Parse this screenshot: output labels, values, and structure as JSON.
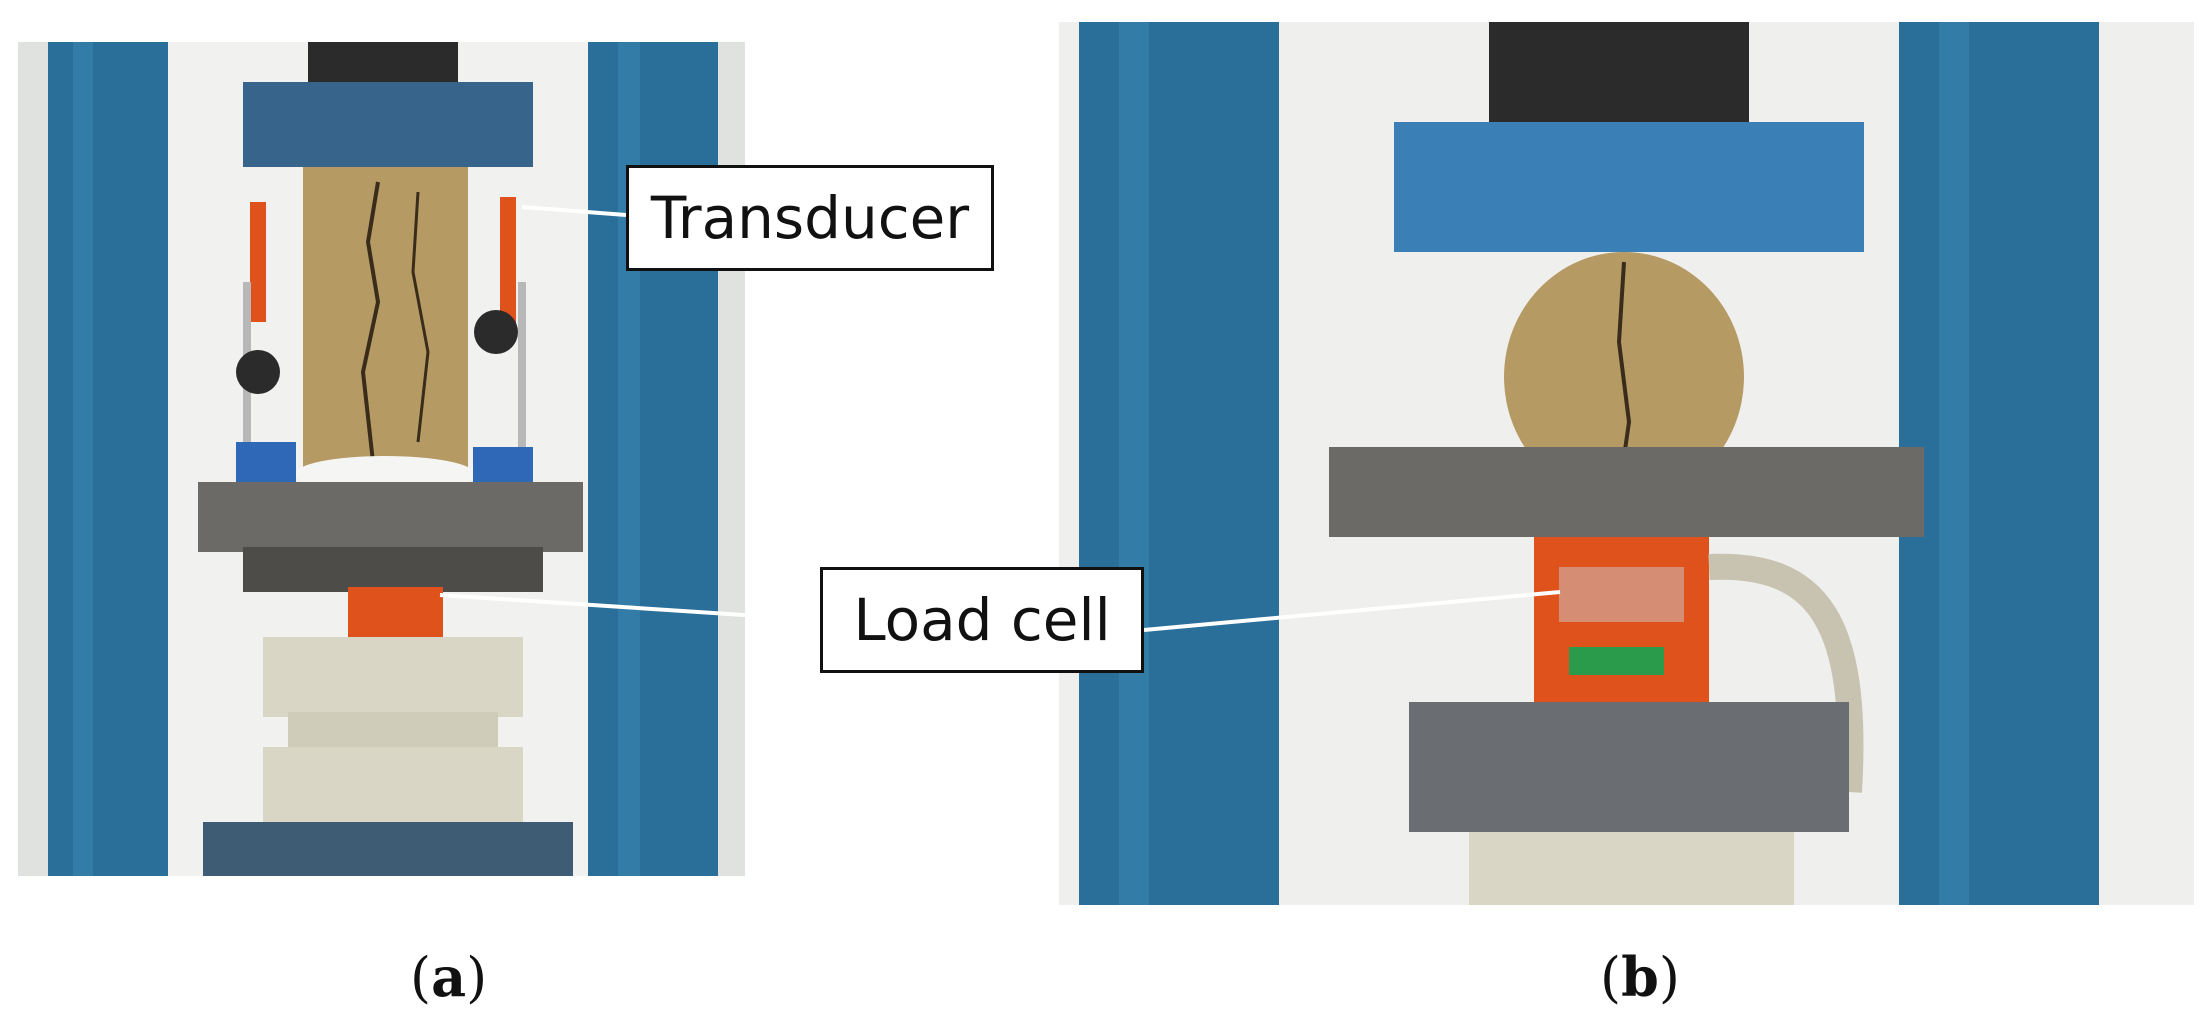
{
  "labels": {
    "transducer": "Transducer",
    "load_cell": "Load cell"
  },
  "captions": {
    "a_open": "(",
    "a_letter": "a",
    "a_close": ")",
    "b_open": "(",
    "b_letter": "b",
    "b_close": ")"
  },
  "colors": {
    "column_blue": "#2a6f9a",
    "specimen": "#b69a64",
    "load_cell_orange": "#e0521c",
    "plate_gray": "#6b6a66"
  }
}
